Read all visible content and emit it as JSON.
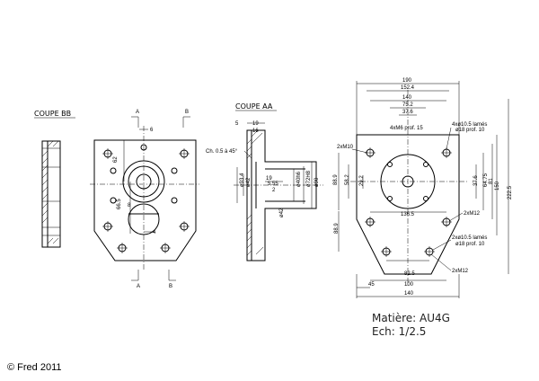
{
  "titles": {
    "coupe_bb": "COUPE BB",
    "coupe_aa": "COUPE AA"
  },
  "section_marks": {
    "a": "A",
    "b": "B"
  },
  "front_view": {
    "d6": "6",
    "d62": "62",
    "d665": "66.5",
    "d8": "8",
    "d4": "4"
  },
  "section_aa": {
    "d5": "5",
    "d19": "19",
    "d16": "16",
    "chamfer": "Ch. 0.5 à 45°",
    "d19b": "19",
    "d555": "5.55",
    "d2": "2",
    "dia_a": "ø93.4",
    "dia_b": "ø42",
    "dia_c": "ø40h6",
    "dia_d": "ø72H8",
    "dia_e": "ø90",
    "dia_f": "ø42"
  },
  "right_view": {
    "d190": "190",
    "d1524": "152.4",
    "d140": "140",
    "d752": "75.2",
    "d376": "37.6",
    "hole1": "4xø10.5 lamés",
    "hole1b": "ø18 prof. 10",
    "m10": "2xM10",
    "m6": "4xM6 prof. 15",
    "d376v": "37.6",
    "d6475": "64.75",
    "d81": "81",
    "d150": "150",
    "d2225": "222.5",
    "d889": "88.9",
    "d582": "58.2",
    "d292": "29.2",
    "m12a": "2xM12",
    "d1365": "136.5",
    "d889b": "88.9",
    "hole2": "2xø10.5 lamés",
    "hole2b": "ø18 prof. 10",
    "d825": "82.5",
    "m12b": "2xM12",
    "d45": "45",
    "d100": "100",
    "d140b": "140"
  },
  "title_block": {
    "material": "Matière: AU4G",
    "scale": "Ech: 1/2.5"
  },
  "copyright": "© Fred 2011"
}
